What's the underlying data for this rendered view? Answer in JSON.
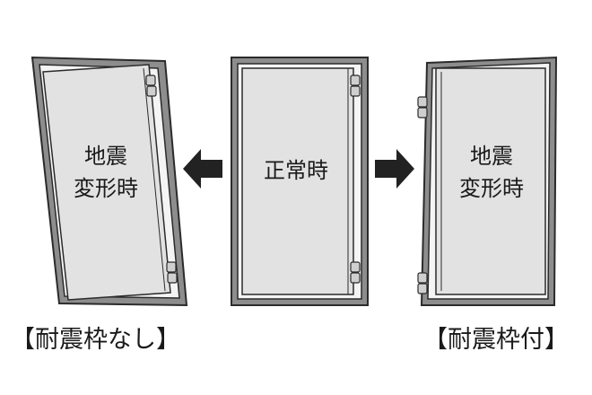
{
  "doors": {
    "left": {
      "label_line1": "地震",
      "label_line2": "変形時"
    },
    "center": {
      "label": "正常時"
    },
    "right": {
      "label_line1": "地震",
      "label_line2": "変形時"
    }
  },
  "captions": {
    "left": "【耐震枠なし】",
    "right": "【耐震枠付】"
  },
  "colors": {
    "frame": "#2b2b2b",
    "frame_fill": "#8d8d8d",
    "panel": "#e4e4e4",
    "arrow": "#222222",
    "text": "#1a1a1a"
  }
}
